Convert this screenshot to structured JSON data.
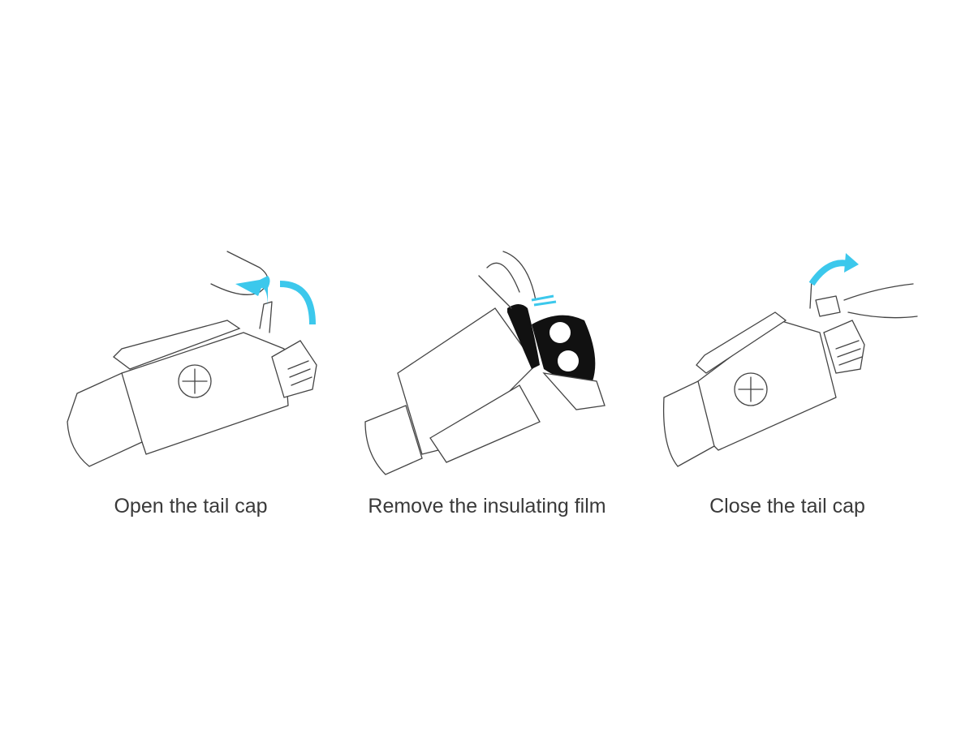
{
  "steps": [
    {
      "caption": "Open the tail cap",
      "icon": "flashlight-open-tail-cap-illustration"
    },
    {
      "caption": "Remove the insulating film",
      "icon": "flashlight-remove-film-illustration"
    },
    {
      "caption": "Close the tail cap",
      "icon": "flashlight-close-tail-cap-illustration"
    }
  ],
  "colors": {
    "arrow": "#3cc8ec",
    "line": "#444444",
    "film": "#111111",
    "caption": "#3a3a3a"
  }
}
